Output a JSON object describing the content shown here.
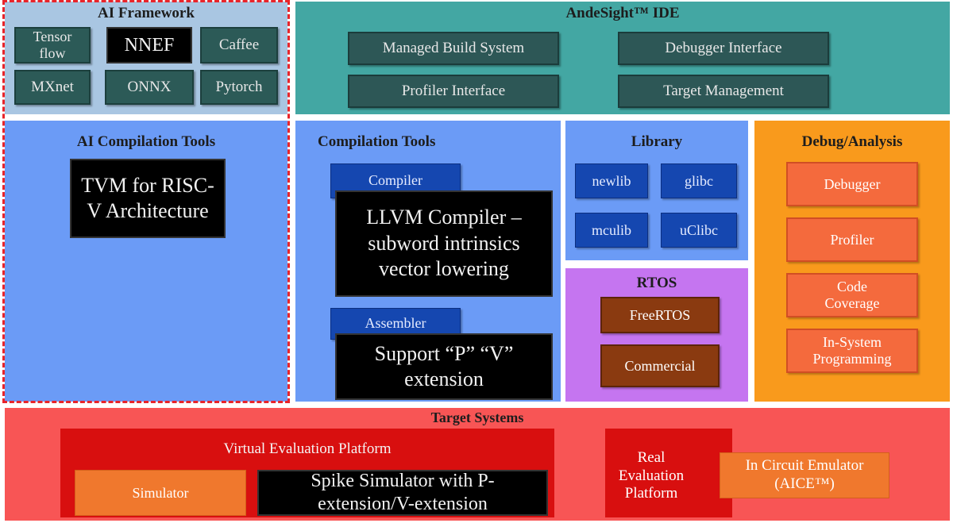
{
  "ai_framework": {
    "title": "AI Framework",
    "items": [
      "Tensor flow",
      "NNEF",
      "Caffee",
      "MXnet",
      "ONNX",
      "Pytorch"
    ]
  },
  "ide": {
    "title": "AndeSight™ IDE",
    "items": [
      "Managed Build System",
      "Debugger Interface",
      "Profiler Interface",
      "Target Management"
    ]
  },
  "ai_compilation": {
    "title": "AI Compilation Tools",
    "tvm": "TVM for RISC-V Architecture"
  },
  "compilation": {
    "title": "Compilation Tools",
    "compiler": "Compiler",
    "llvm": "LLVM Compiler – subword intrinsics vector lowering",
    "assembler": "Assembler",
    "support": "Support “P” “V” extension"
  },
  "library": {
    "title": "Library",
    "items": [
      "newlib",
      "glibc",
      "mculib",
      "uClibc"
    ]
  },
  "rtos": {
    "title": "RTOS",
    "items": [
      "FreeRTOS",
      "Commercial"
    ]
  },
  "debug": {
    "title": "Debug/Analysis",
    "items": [
      "Debugger",
      "Profiler",
      "Code Coverage",
      "In-System Programming"
    ]
  },
  "target": {
    "title": "Target Systems",
    "vep_title": "Virtual Evaluation Platform",
    "simulator": "Simulator",
    "spike": "Spike Simulator with P-extension/V-extension",
    "real": "Real Evaluation Platform",
    "ice": "In Circuit Emulator (AICE™)"
  },
  "colors": {
    "ai_framework_bg": "#a9c6e2",
    "ide_bg": "#43a7a3",
    "blue_panel_bg": "#6b9bf6",
    "rtos_bg": "#c575f0",
    "debug_bg": "#f99a1c",
    "target_bg": "#f85555",
    "vep_bg": "#d80f0f",
    "dashed_border": "#e8242a"
  }
}
